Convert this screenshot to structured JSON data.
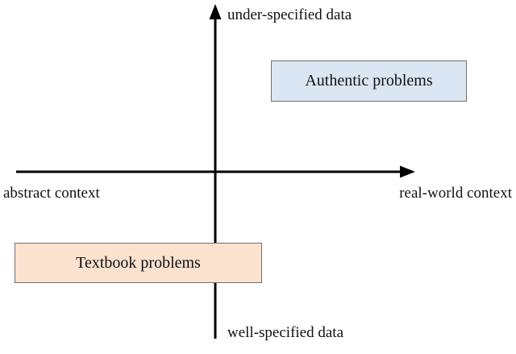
{
  "axes": {
    "top_label": "under-specified data",
    "bottom_label": "well-specified data",
    "left_label": "abstract context",
    "right_label": "real-world context"
  },
  "quadrant_boxes": {
    "authentic": {
      "label": "Authentic problems",
      "fill": "#dbe6f4"
    },
    "textbook": {
      "label": "Textbook problems",
      "fill": "#fbe2cf"
    }
  },
  "colors": {
    "axis": "#000000",
    "border": "#6f6f6f",
    "text": "#111111"
  }
}
